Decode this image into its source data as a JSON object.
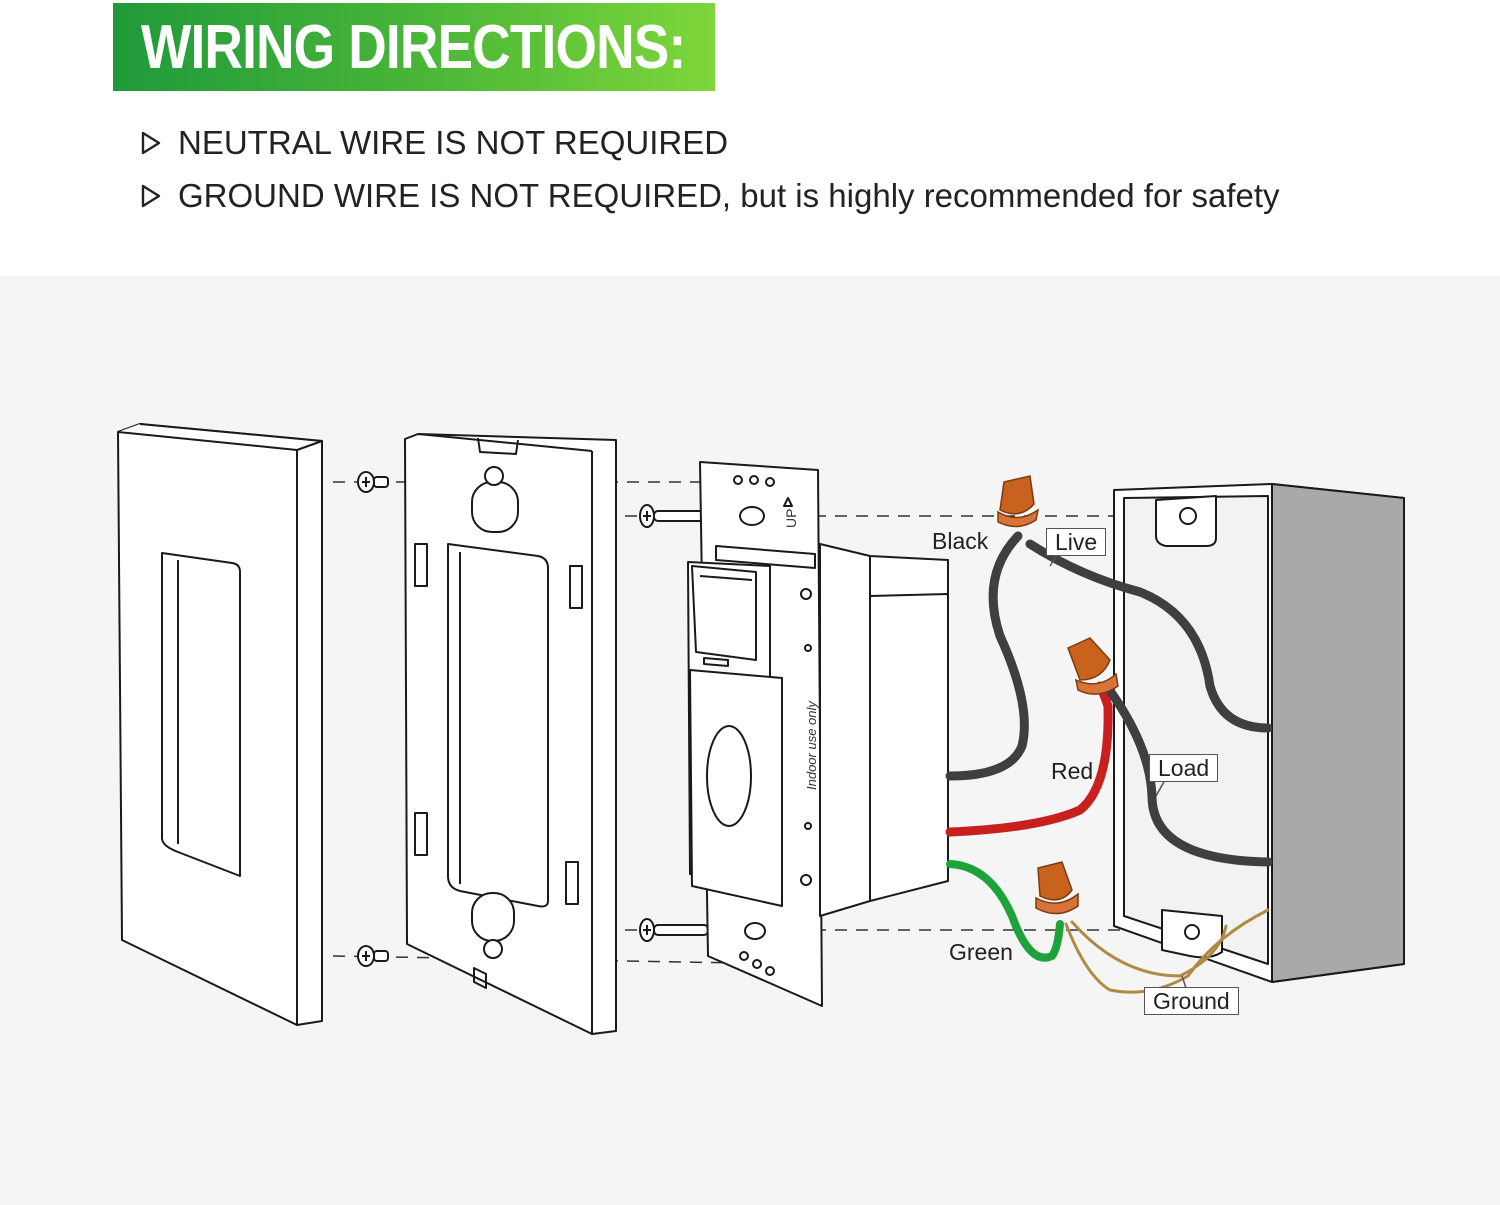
{
  "header": {
    "title": "WIRING DIRECTIONS:",
    "accent_color_start": "#1f9a3a",
    "accent_color_end": "#7ed63a"
  },
  "notes": [
    {
      "icon": "triangle-right-outline-icon",
      "text": "NEUTRAL WIRE IS NOT REQUIRED"
    },
    {
      "icon": "triangle-right-outline-icon",
      "text": "GROUND WIRE IS NOT REQUIRED, but is highly recommended for safety"
    }
  ],
  "diagram": {
    "switch_side_text": "Indoor use only",
    "up_marker": "UP",
    "wires": {
      "black": {
        "label": "Black",
        "color": "#3f3f3f"
      },
      "red": {
        "label": "Red",
        "color": "#c8201f"
      },
      "green": {
        "label": "Green",
        "color": "#1ea33a"
      }
    },
    "box_labels": {
      "live": "Live",
      "load": "Load",
      "ground": "Ground"
    },
    "connector_color": "#c8621e",
    "ground_wire_color": "#b08a45"
  }
}
